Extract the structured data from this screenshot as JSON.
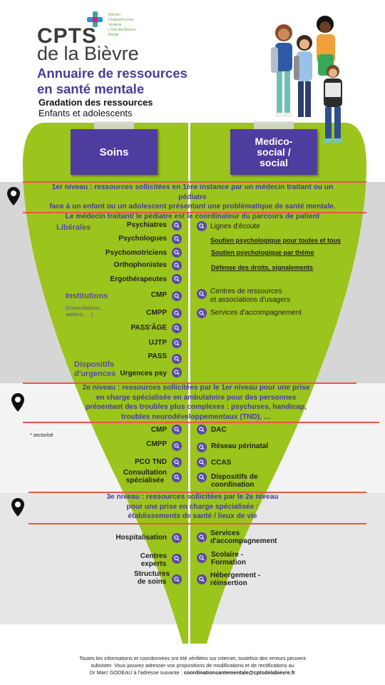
{
  "header": {
    "logo_text_1": "CPTS",
    "logo_text_2": "de la Bièvre",
    "towns": [
      "Buchon",
      "Chabeuil-Lence",
      "Vergeze",
      "L'Isle-des-Belons",
      "Bertgir"
    ],
    "title_line1": "Annuaire de ressources",
    "title_line2": "en santé mentale",
    "subtitle": "Gradation des ressources",
    "subtitle2": "Enfants et adolescents"
  },
  "columns": {
    "left": "Soins",
    "right_line1": "Medico-",
    "right_line2": "social /",
    "right_line3": "social"
  },
  "level1": {
    "line1": "1er niveau : ressources sollicitées en 1ère instance par un médecin traitant ou un pédiatre",
    "line2": "face à un enfant ou un adolescent présentant une problématique de santé mentale.",
    "line3": "Le médecin traitant/ le pédiatre est le coordinateur du parcours de patient",
    "cat_liberales": "Libérales",
    "cat_institutions": "Institutions",
    "cat_institutions_sub1": "(Consultations,",
    "cat_institutions_sub2": "ateliers, …)",
    "cat_urgences1": "Dispositifs",
    "cat_urgences2": "d'urgences",
    "left_items": [
      "Psychiatres",
      "Psychologues",
      "Psychomotriciens",
      "Orthophonistes",
      "Ergothérapeutes",
      "CMP",
      "CMPP",
      "PASS'ÂGE",
      "UJTP",
      "PASS",
      "Urgences psy"
    ],
    "right_items": [
      "Lignes d'écoute",
      "Soutien psychologique pour toutes et tous",
      "Soutien psychologique par thème",
      "Défense des droits, signalements",
      "Centres de ressources",
      "et associations d'usagers",
      "Services d'accompagnement"
    ]
  },
  "level2": {
    "line1": "2e niveau : ressources sollicitées par le 1er niveau pour une prise",
    "line2": "en charge spécialisée en ambulatoire pour des personnes",
    "line3": "présentant des troubles plus complexes : psychoses, handicap,",
    "line4": "troubles neurodéveloppementaux (TND), …",
    "note": "* sectorisé",
    "left_items": [
      "CMP",
      "CMPP",
      "PCO TND",
      "Consultation",
      "spécialisée"
    ],
    "right_items": [
      "DAC",
      "Réseau périnatal",
      "CCAS",
      "Dispositifs de",
      "coordination"
    ]
  },
  "level3": {
    "line1": "3e niveau : ressources sollicitées par le 2e niveau",
    "line2": "pour une prise en charge spécialisée :",
    "line3": "établissements  de santé / lieux de vie",
    "left_items": [
      "Hospitalisation",
      "Centres",
      "experts",
      "Structures",
      "de soins"
    ],
    "right_items": [
      "Services",
      "d'accompagnement",
      "Scolaire -",
      "Formation",
      "Hébergement -",
      "réinsertion"
    ]
  },
  "footer": {
    "line1": "Toutes les informations et coordonnées ont été vérifiées sur internet, toutefois des erreurs peuvent",
    "line2": "subsister. Vous pouvez adresser vos propositions de modifications et de rectifications au",
    "line3_prefix": "Dr Marc GODEAU à l'adresse suivante : ",
    "email": "coordinationsantementale@cptsdelabievre.fr"
  },
  "colors": {
    "purple": "#4e3c9e",
    "green": "#9bc41c",
    "red": "#e8574a"
  }
}
